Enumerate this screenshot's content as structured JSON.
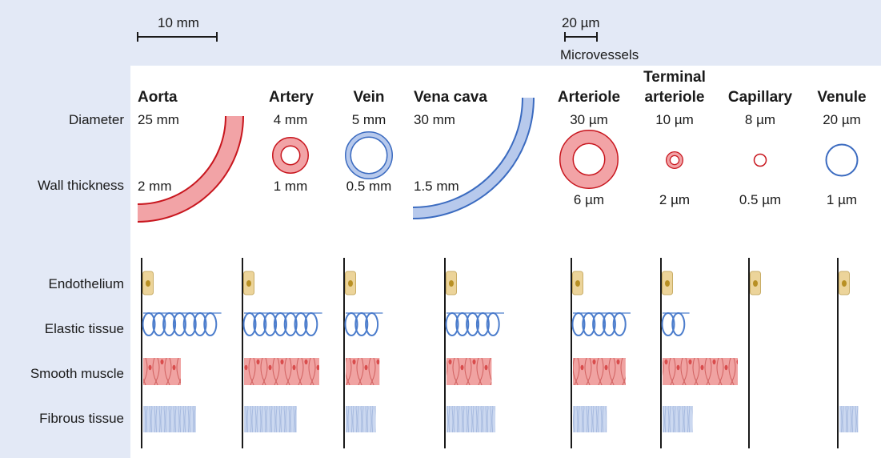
{
  "scale_bars": {
    "macro": "10 mm",
    "micro": "20 µm",
    "micro_group": "Microvessels"
  },
  "row_labels": {
    "diameter": "Diameter",
    "wall_thickness": "Wall thickness",
    "endothelium": "Endothelium",
    "elastic_tissue": "Elastic tissue",
    "smooth_muscle": "Smooth muscle",
    "fibrous_tissue": "Fibrous tissue"
  },
  "vessels": [
    {
      "name": "Aorta",
      "diameter": "25 mm",
      "wall": "2 mm",
      "type": "artery",
      "layers": {
        "endothelium": 1,
        "elastic": 7,
        "muscle": 0.5,
        "fibrous": 0.7
      }
    },
    {
      "name": "Artery",
      "diameter": "4 mm",
      "wall": "1 mm",
      "type": "artery",
      "layers": {
        "endothelium": 1,
        "elastic": 7,
        "muscle": 1.0,
        "fibrous": 0.7
      }
    },
    {
      "name": "Vein",
      "diameter": "5 mm",
      "wall": "0.5 mm",
      "type": "vein",
      "layers": {
        "endothelium": 1,
        "elastic": 3,
        "muscle": 0.45,
        "fibrous": 0.4
      }
    },
    {
      "name": "Vena cava",
      "diameter": "30 mm",
      "wall": "1.5 mm",
      "type": "vein",
      "layers": {
        "endothelium": 1,
        "elastic": 5,
        "muscle": 0.6,
        "fibrous": 0.65
      }
    },
    {
      "name": "Arteriole",
      "diameter": "30 µm",
      "wall": "6 µm",
      "type": "artery",
      "layers": {
        "endothelium": 1,
        "elastic": 5,
        "muscle": 0.7,
        "fibrous": 0.45
      }
    },
    {
      "name_lines": [
        "Terminal",
        "arteriole"
      ],
      "diameter": "10 µm",
      "wall": "2 µm",
      "type": "artery",
      "layers": {
        "endothelium": 1,
        "elastic": 2,
        "muscle": 1.0,
        "fibrous": 0.4
      }
    },
    {
      "name": "Capillary",
      "diameter": "8 µm",
      "wall": "0.5 µm",
      "type": "artery",
      "layers": {
        "endothelium": 1,
        "elastic": 0,
        "muscle": 0,
        "fibrous": 0
      }
    },
    {
      "name": "Venule",
      "diameter": "20 µm",
      "wall": "1 µm",
      "type": "vein",
      "layers": {
        "endothelium": 1,
        "elastic": 0,
        "muscle": 0,
        "fibrous": 0.25
      }
    }
  ],
  "colors": {
    "header_band": "#e3e9f6",
    "artery_stroke": "#c8161e",
    "artery_fill": "#f2a3a6",
    "vein_stroke": "#3b6bc0",
    "vein_fill": "#b7c9ec",
    "endothelium_fill": "#ecd49a",
    "endothelium_nucleus": "#b89024",
    "elastic": "#4c7dcc",
    "muscle": "#f0a3a2",
    "fibrous": "#c9d6ef"
  }
}
